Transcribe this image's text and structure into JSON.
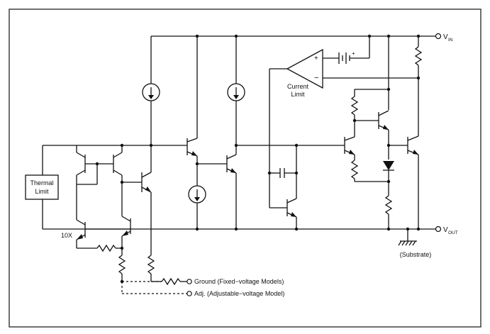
{
  "diagram": {
    "labels": {
      "vin": "V",
      "vin_sub": "IN",
      "vout": "V",
      "vout_sub": "OUT",
      "thermal_limit_line1": "Thermal",
      "thermal_limit_line2": "Limit",
      "current_limit_line1": "Current",
      "current_limit_line2": "Limit",
      "substrate": "(Substrate)",
      "ground": "Ground (Fixed−voltage Models)",
      "adj": "Adj. (Adjustable−voltage Model)",
      "ten_x": "10X",
      "opamp_plus": "+",
      "opamp_minus": "−",
      "battery_plus": "+"
    }
  }
}
